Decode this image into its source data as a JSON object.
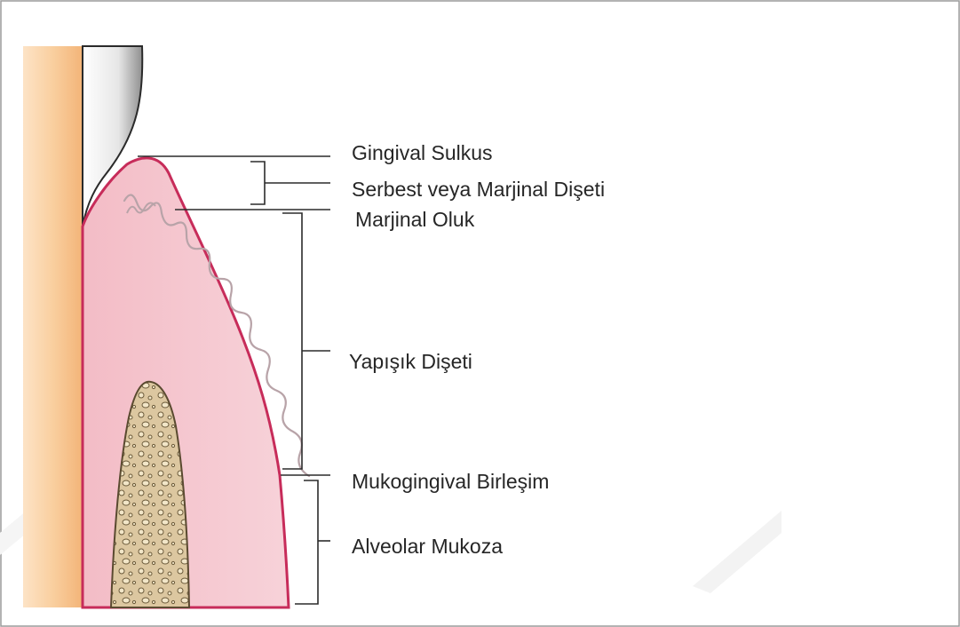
{
  "labels": {
    "gingival_sulkus": "Gingival Sulkus",
    "serbest_marjinal_diseti": "Serbest veya Marjinal Dişeti",
    "marjinal_oluk": "Marjinal Oluk",
    "yapisik_diseti": "Yapışık Dişeti",
    "mukogingival_birlesim": "Mukogingival Birleşim",
    "alveolar_mukoza": "Alveolar Mukoza"
  },
  "colors": {
    "tooth_root": "#f7c592",
    "enamel": "#9a9a9a",
    "gingiva": "#f4c2cc",
    "gingiva_border": "#c72c5a",
    "bone": "#d9c59a",
    "line": "#2b2b2b"
  }
}
